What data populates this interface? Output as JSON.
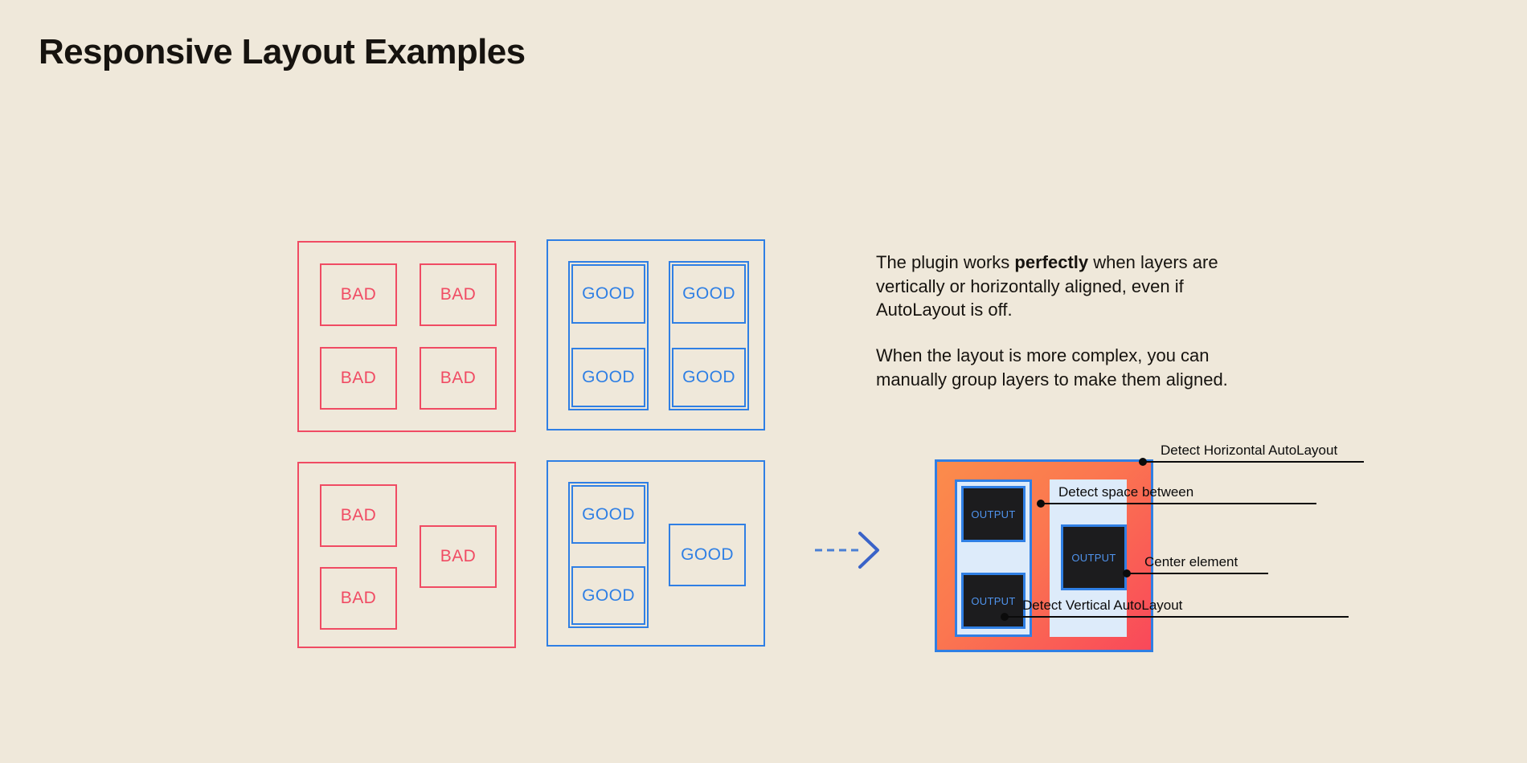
{
  "page": {
    "title": "Responsive Layout Examples",
    "background_color": "#EFE8DA"
  },
  "colors": {
    "bad": "#F04B63",
    "good": "#2F7FE4",
    "orange": "#FB7650",
    "light_blue_panel": "#DDEBFA",
    "output_fill": "#1C1C1E",
    "output_text": "#4F93EC",
    "ink": "#16130F"
  },
  "examples": {
    "bad_label": "BAD",
    "good_label": "GOOD",
    "panels": [
      {
        "id": "bad-grid",
        "kind": "bad",
        "caption": "BAD",
        "boxes": [
          "BAD",
          "BAD",
          "BAD",
          "BAD"
        ]
      },
      {
        "id": "good-grid",
        "kind": "good",
        "caption": "GOOD",
        "boxes": [
          "GOOD",
          "GOOD",
          "GOOD",
          "GOOD"
        ]
      },
      {
        "id": "bad-scatter",
        "kind": "bad",
        "caption": "BAD",
        "boxes": [
          "BAD",
          "BAD",
          "BAD"
        ]
      },
      {
        "id": "good-grouped",
        "kind": "good",
        "caption": "GOOD",
        "boxes": [
          "GOOD",
          "GOOD",
          "GOOD"
        ]
      }
    ]
  },
  "copy": {
    "paragraph_1_before": "The plugin works ",
    "paragraph_1_bold": "perfectly",
    "paragraph_1_after": " when layers are vertically or horizontally aligned, even if AutoLayout is off.",
    "paragraph_2": "When the layout is more complex, you can manually group layers to make them aligned."
  },
  "arrow": {
    "icon": "dashed-arrow-right-icon",
    "color": "#2F7FE4"
  },
  "result": {
    "output_label": "OUTPUT",
    "outputs": [
      "OUTPUT",
      "OUTPUT",
      "OUTPUT"
    ],
    "annotations": [
      {
        "label": "Detect Horizontal AutoLayout"
      },
      {
        "label": "Detect space between"
      },
      {
        "label": "Center element"
      },
      {
        "label": "Detect Vertical AutoLayout"
      }
    ]
  }
}
